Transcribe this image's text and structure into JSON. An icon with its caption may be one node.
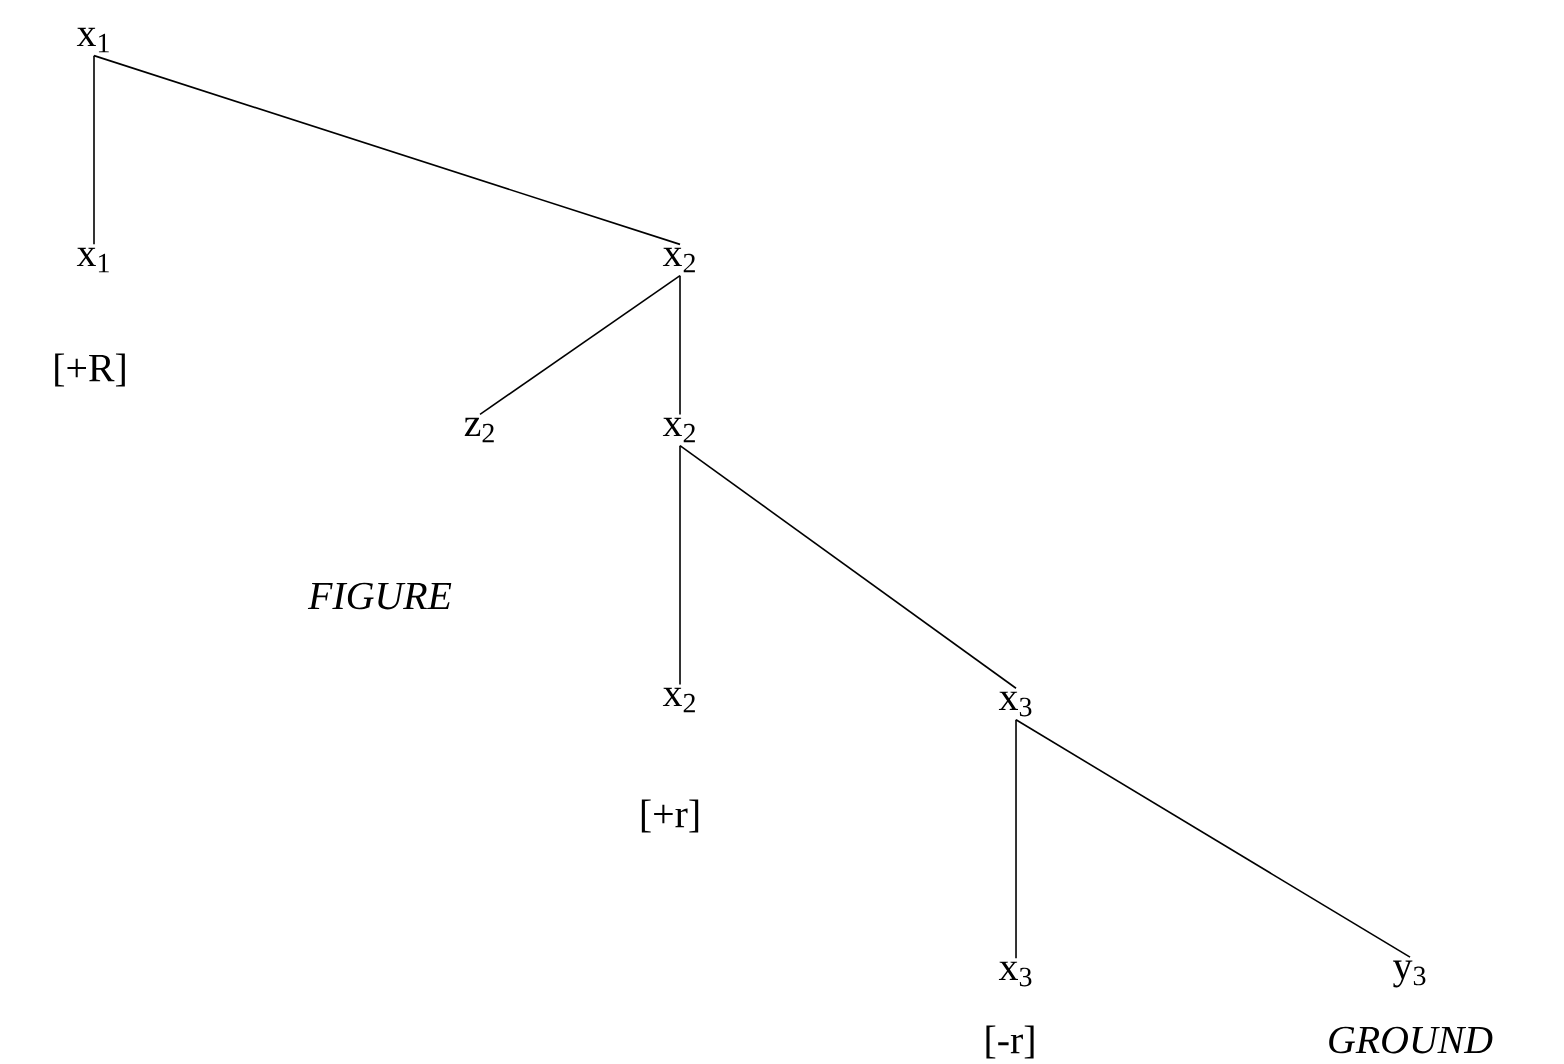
{
  "diagram": {
    "nodes": [
      {
        "text": [
          "x$_{1}$"
        ]
      },
      {
        "text": [
          "x$_{1}$"
        ],
        "beside": [
          "[+R]"
        ]
      },
      {
        "text": [
          "x$_{2}$"
        ]
      },
      {
        "text": [
          "z$_{2}$"
        ],
        "beside": [
          "FIGURE"
        ]
      },
      {
        "text": [
          "x$_{2}$"
        ]
      },
      {
        "text": [
          "x$_{2}$"
        ],
        "beside": [
          "[+r]"
        ]
      },
      {
        "text": [
          "x$_{3}$"
        ]
      },
      {
        "text": [
          "x$_{3}$"
        ],
        "beside": [
          "[-r]"
        ]
      },
      {
        "text": [
          "y$_{3}$"
        ],
        "beside": [
          "GROUND"
        ]
      }
    ],
    "edges": [
      {
        "from": 0,
        "to": 1,
        "arrow": "none"
      },
      {
        "from": 0,
        "to": 2,
        "arrow": "none"
      },
      {
        "from": 2,
        "to": 3,
        "arrow": "none"
      },
      {
        "from": 2,
        "to": 4,
        "arrow": "none"
      },
      {
        "from": 4,
        "to": 5,
        "arrow": "none"
      },
      {
        "from": 4,
        "to": 6,
        "arrow": "none"
      },
      {
        "from": 6,
        "to": 7,
        "arrow": "none"
      },
      {
        "from": 6,
        "to": 8,
        "arrow": "none"
      }
    ]
  }
}
